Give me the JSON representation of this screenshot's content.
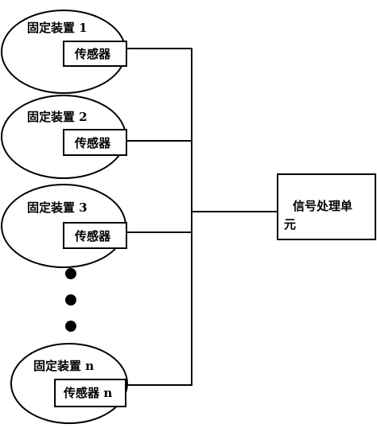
{
  "devices": [
    {
      "title": "固定装置 1",
      "sensor": "传感器"
    },
    {
      "title": "固定装置 2",
      "sensor": "传感器"
    },
    {
      "title": "固定装置 3",
      "sensor": "传感器"
    },
    {
      "title": "固定装置 n",
      "sensor": "传感器 n"
    }
  ],
  "processor": {
    "line1": "信号处理单",
    "line2": "元"
  },
  "colors": {
    "stroke": "#000000",
    "background": "#ffffff"
  },
  "ellipsis_dots": 3
}
